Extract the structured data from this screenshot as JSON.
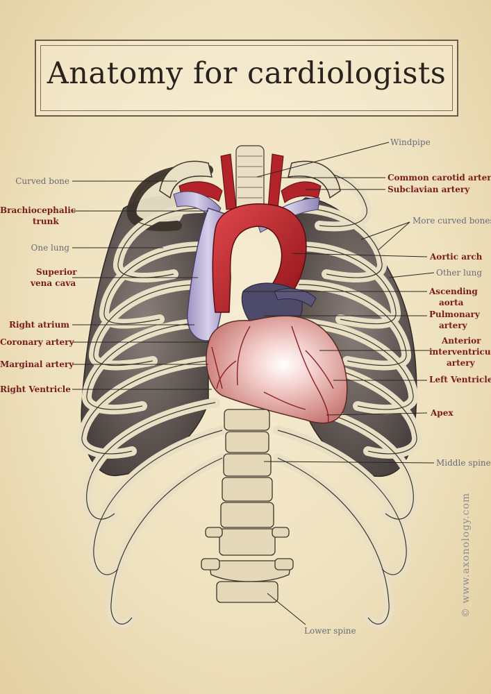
{
  "title": "Anatomy for cardiologists",
  "watermark": "© www.axonology.com",
  "labels": {
    "windpipe": "Windpipe",
    "curved_bone": "Curved bone",
    "common_carotid_artery": "Common carotid artery",
    "subclavian_artery": "Subclavian artery",
    "brachiocephalic_trunk_l1": "Brachiocephalic",
    "brachiocephalic_trunk_l2": "trunk",
    "more_curved_bones": "More curved bones",
    "one_lung": "One lung",
    "aortic_arch": "Aortic arch",
    "superior_vena_cava_l1": "Superior",
    "superior_vena_cava_l2": "vena cava",
    "other_lung": "Other lung",
    "ascending_aorta_l1": "Ascending",
    "ascending_aorta_l2": "aorta",
    "pulmonary_artery_l1": "Pulmonary",
    "pulmonary_artery_l2": "artery",
    "right_atrium": "Right atrium",
    "coronary_artery": "Coronary artery",
    "anterior_interventricular_l1": "Anterior",
    "anterior_interventricular_l2": "interventricular",
    "anterior_interventricular_l3": "artery",
    "marginal_artery": "Marginal artery",
    "left_ventricle": "Left Ventricle",
    "right_ventricle": "Right Ventricle",
    "apex": "Apex",
    "middle_spine": "Middle spine",
    "lower_spine": "Lower spine"
  },
  "colors": {
    "paper": "#f3e8cb",
    "gray_label": "#6a6a78",
    "red_label": "#7a1a1a",
    "artery_red": "#b3232a",
    "vein_lavender": "#b9b0d4",
    "heart_pink": "#e8aeac",
    "lung_dark": "#5b5350",
    "bone": "#e9dfc4"
  }
}
